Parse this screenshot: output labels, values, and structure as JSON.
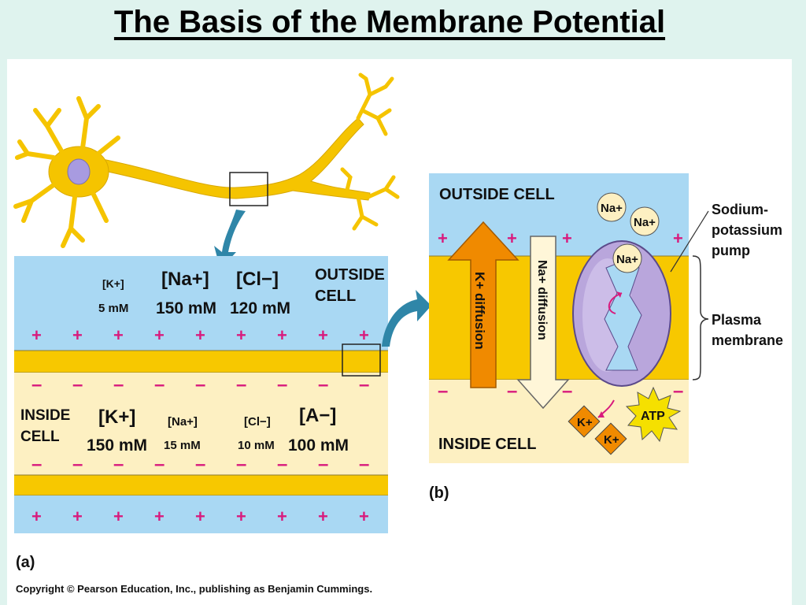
{
  "title": "The Basis of the Membrane Potential",
  "panel_a": {
    "outside_label": [
      "OUTSIDE",
      "CELL"
    ],
    "inside_label": [
      "INSIDE",
      "CELL"
    ],
    "outside_ions": [
      {
        "ion": "[K+]",
        "conc": "5 mM"
      },
      {
        "ion": "[Na+]",
        "conc": "150 mM"
      },
      {
        "ion": "[Cl−]",
        "conc": "120 mM"
      }
    ],
    "inside_ions": [
      {
        "ion": "[K+]",
        "conc": "150 mM"
      },
      {
        "ion": "[Na+]",
        "conc": "15 mM"
      },
      {
        "ion": "[Cl−]",
        "conc": "10 mM"
      },
      {
        "ion": "[A−]",
        "conc": "100 mM"
      }
    ],
    "plus_sign": "+",
    "minus_sign": "–",
    "caption": "(a)"
  },
  "panel_b": {
    "outside_label": "OUTSIDE CELL",
    "inside_label": "INSIDE CELL",
    "k_diffusion": "K+ diffusion",
    "na_diffusion": "Na+ diffusion",
    "na_ion": "Na+",
    "k_ion": "K+",
    "atp": "ATP",
    "pump_label": [
      "Sodium-",
      "potassium",
      "pump"
    ],
    "membrane_label": [
      "Plasma",
      "membrane"
    ],
    "caption": "(b)"
  },
  "copyright": "Copyright © Pearson Education, Inc., publishing as Benjamin Cummings.",
  "colors": {
    "background": "#dff3ee",
    "outside_fluid": "#a9d8f3",
    "inside_fluid": "#fdf0c2",
    "membrane": "#f7c800",
    "neuron": "#f5c400",
    "charge": "#d81b7d",
    "arrow_teal": "#2f86a8",
    "k_arrow": "#f08a00",
    "pump": "#b9a6dc"
  }
}
